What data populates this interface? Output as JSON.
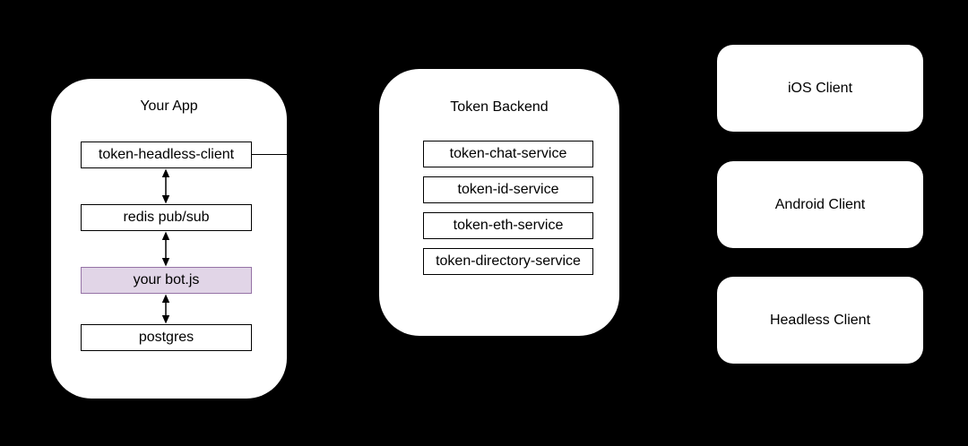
{
  "canvas": {
    "background_color": "#000000",
    "surface_color": "#ffffff",
    "line_color": "#000000",
    "text_color": "#000000",
    "highlight_fill": "#E1D5E7",
    "highlight_stroke": "#9673A6"
  },
  "your_app": {
    "title": "Your App",
    "nodes": [
      {
        "label": "token-headless-client",
        "highlighted": false
      },
      {
        "label": "redis pub/sub",
        "highlighted": false
      },
      {
        "label": "your bot.js",
        "highlighted": true
      },
      {
        "label": "postgres",
        "highlighted": false
      }
    ]
  },
  "token_backend": {
    "title": "Token Backend",
    "services": [
      {
        "label": "token-chat-service"
      },
      {
        "label": "token-id-service"
      },
      {
        "label": "token-eth-service"
      },
      {
        "label": "token-directory-service"
      }
    ]
  },
  "clients": [
    {
      "label": "iOS Client"
    },
    {
      "label": "Android Client"
    },
    {
      "label": "Headless Client"
    }
  ]
}
